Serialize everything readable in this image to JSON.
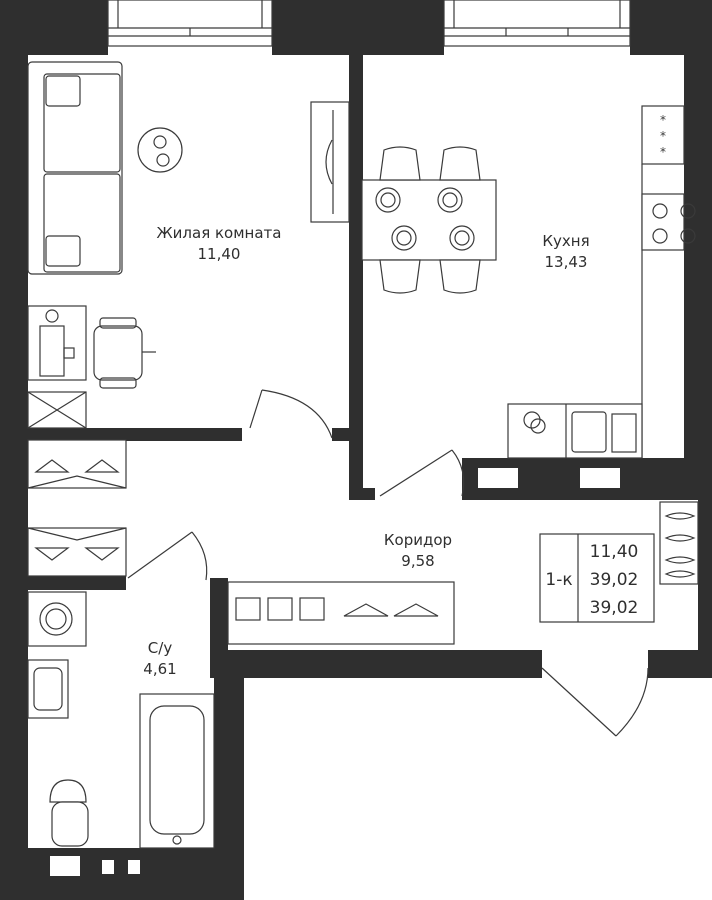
{
  "rooms": {
    "living": {
      "name": "Жилая комната",
      "area": "11,40"
    },
    "kitchen": {
      "name": "Кухня",
      "area": "13,43"
    },
    "corridor": {
      "name": "Коридор",
      "area": "9,58"
    },
    "bathroom": {
      "name": "С/у",
      "area": "4,61"
    }
  },
  "summary": {
    "type": "1-к",
    "living_area": "11,40",
    "total_area": "39,02",
    "total_area_2": "39,02"
  },
  "colors": {
    "wall": "#2f2f2f",
    "line": "#3a3a3a",
    "background": "#ffffff"
  }
}
